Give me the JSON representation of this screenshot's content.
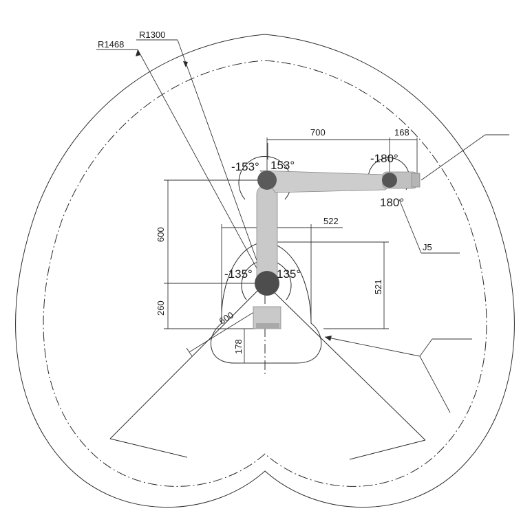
{
  "labels": {
    "r1468": "R1468",
    "r1300": "R1300",
    "d700": "700",
    "d168": "168",
    "d600_vertical": "600",
    "d260": "260",
    "d522": "522",
    "d521": "521",
    "d600_diag": "600",
    "d178": "178",
    "j5": "J5",
    "a_neg153": "-153°",
    "a_pos153": "153°",
    "a_neg180": "-180°",
    "a_pos180": "180°",
    "a_neg135": "-135°",
    "a_pos135": "135°"
  },
  "colors": {
    "line": "#2a2a2a",
    "robot_body": "#c9c9c9",
    "robot_shade": "#8e8e8e",
    "joint": "#4d4d4d"
  }
}
